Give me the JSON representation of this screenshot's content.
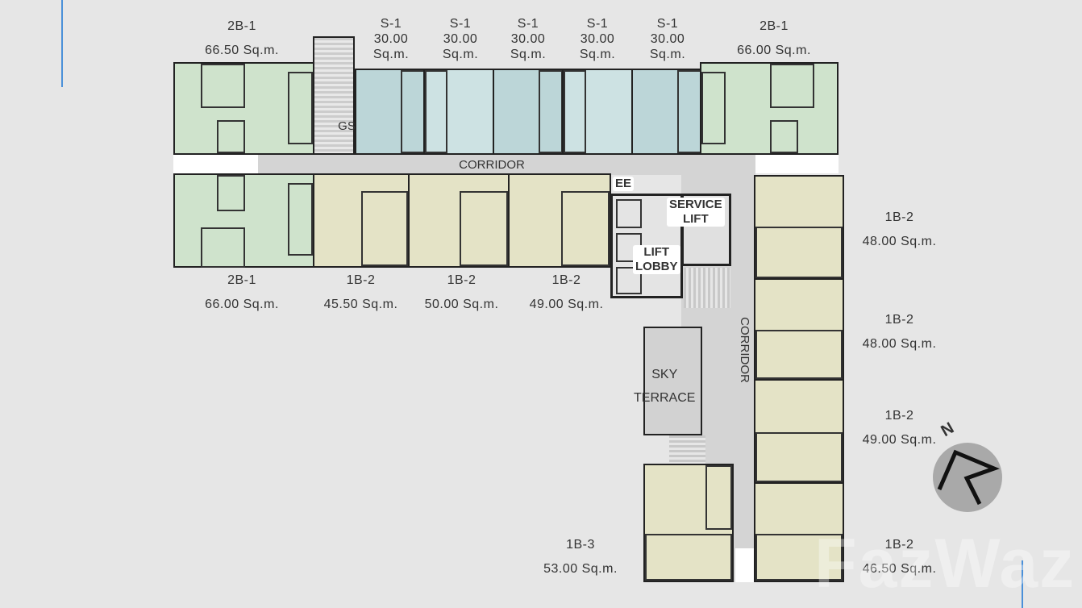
{
  "units_top": [
    {
      "type": "2B-1",
      "area": "66.50 Sq.m."
    },
    {
      "type": "S-1",
      "area_value": "30.00",
      "area_unit": "Sq.m."
    },
    {
      "type": "S-1",
      "area_value": "30.00",
      "area_unit": "Sq.m."
    },
    {
      "type": "S-1",
      "area_value": "30.00",
      "area_unit": "Sq.m."
    },
    {
      "type": "S-1",
      "area_value": "30.00",
      "area_unit": "Sq.m."
    },
    {
      "type": "S-1",
      "area_value": "30.00",
      "area_unit": "Sq.m."
    },
    {
      "type": "2B-1",
      "area": "66.00 Sq.m."
    }
  ],
  "units_bottom": [
    {
      "type": "2B-1",
      "area": "66.00 Sq.m."
    },
    {
      "type": "1B-2",
      "area": "45.50 Sq.m."
    },
    {
      "type": "1B-2",
      "area": "50.00 Sq.m."
    },
    {
      "type": "1B-2",
      "area": "49.00 Sq.m."
    }
  ],
  "units_right": [
    {
      "type": "1B-2",
      "area": "48.00 Sq.m."
    },
    {
      "type": "1B-2",
      "area": "48.00 Sq.m."
    },
    {
      "type": "1B-2",
      "area": "49.00 Sq.m."
    },
    {
      "type": "1B-2",
      "area": "46.50 Sq.m."
    }
  ],
  "unit_1b3": {
    "type": "1B-3",
    "area": "53.00 Sq.m."
  },
  "labels": {
    "corridor_h": "CORRIDOR",
    "corridor_v": "CORRIDOR",
    "gs": "GS",
    "ee": "EE",
    "service_lift": [
      "SERVICE",
      "LIFT"
    ],
    "lift_lobby": [
      "LIFT",
      "LOBBY"
    ],
    "sky_terrace": [
      "SKY",
      "TERRACE"
    ]
  },
  "compass": {
    "label": "N"
  },
  "watermark": "FazWaz",
  "colors": {
    "two_bed": "#cfe3cc",
    "studio": "#bcd6d8",
    "one_bed": "#e4e3c6",
    "common": "#d2d2d2",
    "background": "#e6e6e6",
    "accent_line": "#4a90d9"
  }
}
